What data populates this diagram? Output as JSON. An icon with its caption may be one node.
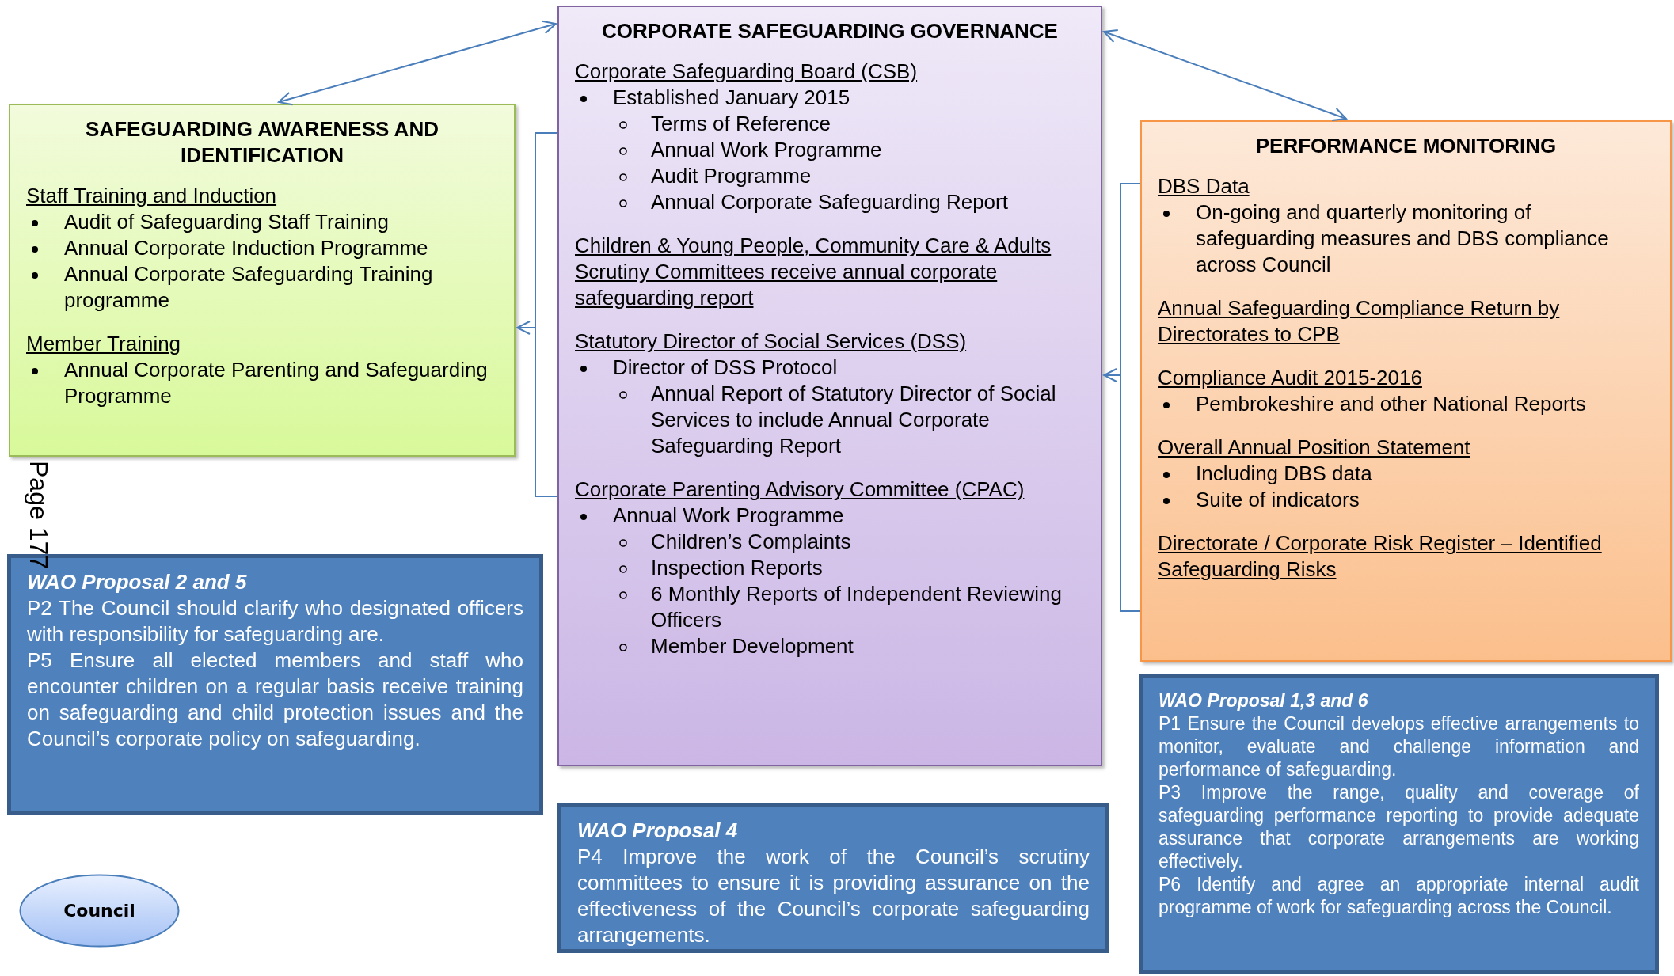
{
  "diagram": {
    "nodes": [
      {
        "text": [
          "SAFEGUARDING AWARENESS AND IDENTIFICATION",
          "Staff Training and Induction",
          "Audit of Safeguarding Staff Training",
          "Annual Corporate Induction Programme",
          "Annual Corporate Safeguarding Training programme",
          "Member Training",
          "Annual Corporate Parenting and Safeguarding Programme"
        ]
      },
      {
        "text": [
          "CORPORATE SAFEGUARDING GOVERNANCE",
          "Corporate Safeguarding Board (CSB)",
          "Established January 2015",
          "Terms of Reference",
          "Annual Work Programme",
          "Audit Programme",
          "Annual Corporate Safeguarding Report",
          "Children & Young People, Community Care & Adults Scrutiny Committees receive annual corporate safeguarding report",
          "Statutory Director of Social Services (DSS)",
          "Director of DSS Protocol",
          "Annual Report of Statutory Director of Social Services to include Annual Corporate Safeguarding Report",
          "Corporate Parenting Advisory Committee (CPAC)",
          "Annual Work Programme",
          "Children’s Complaints",
          "Inspection Reports",
          "6 Monthly Reports of Independent Reviewing Officers",
          "Member Development"
        ]
      },
      {
        "text": [
          "PERFORMANCE MONITORING",
          "DBS Data",
          "On-going and quarterly monitoring of safeguarding measures and DBS compliance across Council",
          "Annual Safeguarding Compliance Return by Directorates to CPB",
          "Compliance Audit 2015-2016",
          "Pembrokeshire and other National Reports",
          "Overall Annual Position Statement",
          "Including DBS data",
          "Suite of indicators",
          "Directorate / Corporate Risk Register – Identified Safeguarding Risks"
        ]
      },
      {
        "text": [
          "WAO Proposal 2 and 5",
          "P2 The Council should clarify who designated officers with responsibility for safeguarding are.",
          "P5 Ensure all elected members and staff who encounter children on a regular basis receive training on safeguarding and child protection issues and the Council’s corporate policy on safeguarding."
        ]
      },
      {
        "text": [
          "WAO Proposal 4",
          "P4 Improve the work of the Council’s scrutiny committees to ensure it is providing assurance on the effectiveness of the Council’s corporate safeguarding arrangements."
        ]
      },
      {
        "text": [
          "WAO Proposal 1,3 and 6",
          "P1 Ensure the Council develops effective arrangements to monitor, evaluate and challenge information and performance of safeguarding.",
          "P3 Improve the range, quality and coverage of safeguarding performance reporting to provide adequate assurance that corporate arrangements are working effectively.",
          "P6 Identify and agree an appropriate internal audit programme of work for safeguarding across the Council."
        ]
      },
      {
        "text": [
          "Council"
        ]
      }
    ],
    "edges": [
      {
        "from": 0,
        "to": 1,
        "arrow": "both"
      },
      {
        "from": 1,
        "to": 2,
        "arrow": "both"
      },
      {
        "from": 1,
        "to": 0,
        "arrow": "to"
      },
      {
        "from": 2,
        "to": 1,
        "arrow": "to"
      }
    ],
    "labels": [
      "Page 177"
    ]
  }
}
